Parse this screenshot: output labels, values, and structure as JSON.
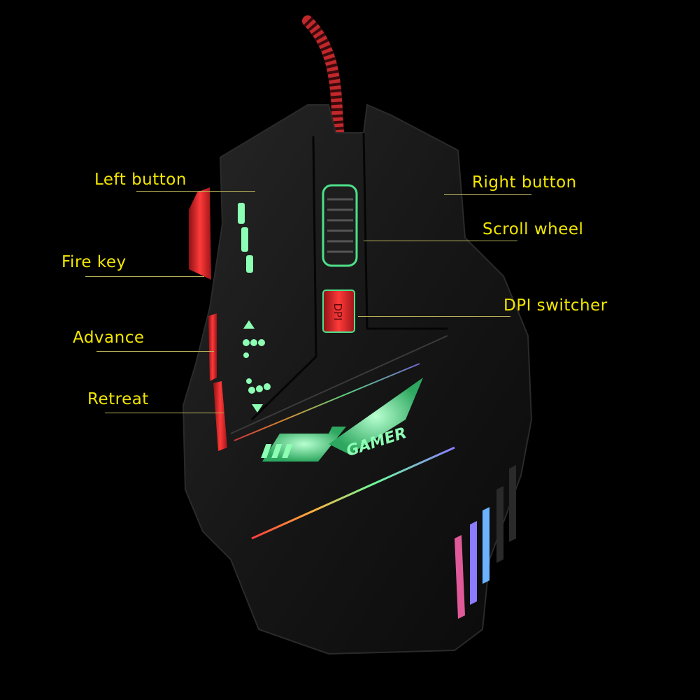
{
  "colors": {
    "background": "#000000",
    "label_text": "#f2e600",
    "leader_line": "#b9b35a",
    "mouse_body": "#141414",
    "accent_red": "#e0262a",
    "glow_green": "#7dffb0",
    "cable_red": "#c0282c"
  },
  "labels": {
    "left_button": "Left button",
    "right_button": "Right button",
    "scroll_wheel": "Scroll wheel",
    "fire_key": "Fire key",
    "dpi_switcher": "DPI switcher",
    "advance": "Advance",
    "retreat": "Retreat"
  },
  "logo": {
    "brand": "GAMER",
    "dpi_button_text": "DPI"
  },
  "icons": [
    "dpi-level-up-icon",
    "dpi-level-down-icon"
  ]
}
